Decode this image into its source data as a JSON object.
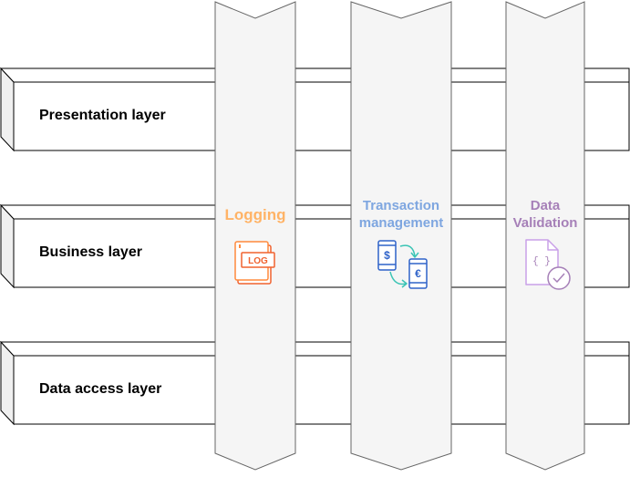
{
  "layers": [
    {
      "label": "Presentation layer"
    },
    {
      "label": "Business layer"
    },
    {
      "label": "Data access layer"
    }
  ],
  "concerns": [
    {
      "line1": "Logging",
      "line2": "",
      "color": "#FFB366",
      "icon": "log-file-icon",
      "icon_text": "LOG",
      "icon_color": "#F0622F"
    },
    {
      "line1": "Transaction",
      "line2": "management",
      "color": "#7EA6E0",
      "icon": "phone-currency-exchange-icon",
      "icon_text_a": "$",
      "icon_text_b": "€",
      "icon_color": "#2F63C9",
      "arrow_color": "#3BC4B5"
    },
    {
      "line1": "Data",
      "line2": "Validation",
      "color": "#A680B8",
      "icon": "document-check-icon",
      "icon_text": "{ }",
      "icon_color": "#C9A0E8"
    }
  ],
  "colors": {
    "stroke": "#000000",
    "layer_fill": "#ffffff",
    "layer_side": "#f0f0f0",
    "pillar_fill": "#f5f5f5",
    "pillar_stroke": "#666666"
  }
}
